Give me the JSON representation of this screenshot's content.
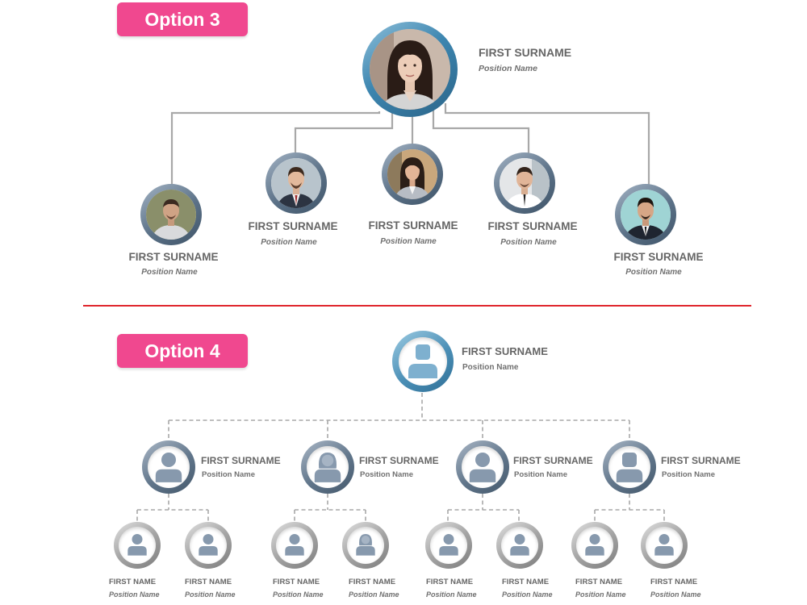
{
  "option3": {
    "label": "Option 3",
    "top": {
      "name": "FIRST SURNAME",
      "position": "Position Name"
    },
    "members": [
      {
        "name": "FIRST SURNAME",
        "position": "Position Name"
      },
      {
        "name": "FIRST SURNAME",
        "position": "Position Name"
      },
      {
        "name": "FIRST SURNAME",
        "position": "Position Name"
      },
      {
        "name": "FIRST SURNAME",
        "position": "Position Name"
      },
      {
        "name": "FIRST SURNAME",
        "position": "Position Name"
      }
    ]
  },
  "option4": {
    "label": "Option 4",
    "top": {
      "name": "FIRST SURNAME",
      "position": "Position Name"
    },
    "managers": [
      {
        "name": "FIRST SURNAME",
        "position": "Position Name"
      },
      {
        "name": "FIRST SURNAME",
        "position": "Position Name"
      },
      {
        "name": "FIRST SURNAME",
        "position": "Position Name"
      },
      {
        "name": "FIRST SURNAME",
        "position": "Position Name"
      }
    ],
    "staff": [
      {
        "name": "FIRST NAME",
        "position": "Position Name"
      },
      {
        "name": "FIRST NAME",
        "position": "Position Name"
      },
      {
        "name": "FIRST NAME",
        "position": "Position Name"
      },
      {
        "name": "FIRST NAME",
        "position": "Position Name"
      },
      {
        "name": "FIRST NAME",
        "position": "Position Name"
      },
      {
        "name": "FIRST NAME",
        "position": "Position Name"
      },
      {
        "name": "FIRST NAME",
        "position": "Position Name"
      },
      {
        "name": "FIRST NAME",
        "position": "Position Name"
      }
    ]
  },
  "colors": {
    "badge": "#f0488f",
    "divider": "#e0262d",
    "connector": "#a8a8a8"
  }
}
